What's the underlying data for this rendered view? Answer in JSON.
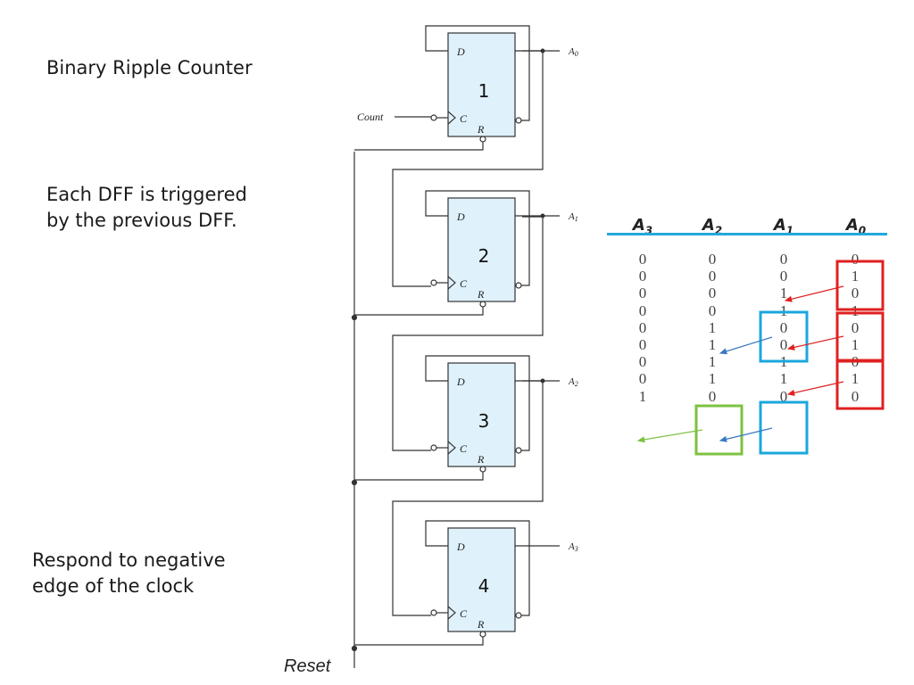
{
  "notes": {
    "title": "Binary Ripple Counter",
    "triggered": "Each DFF is triggered\nby the previous DFF.",
    "negative_edge": "Respond to negative\nedge of the clock"
  },
  "flipflops": [
    {
      "number": "1",
      "d_label": "D",
      "c_label": "C",
      "r_label": "R",
      "output": "A",
      "output_sub": "0"
    },
    {
      "number": "2",
      "d_label": "D",
      "c_label": "C",
      "r_label": "R",
      "output": "A",
      "output_sub": "1"
    },
    {
      "number": "3",
      "d_label": "D",
      "c_label": "C",
      "r_label": "R",
      "output": "A",
      "output_sub": "2"
    },
    {
      "number": "4",
      "d_label": "D",
      "c_label": "C",
      "r_label": "R",
      "output": "A",
      "output_sub": "3"
    }
  ],
  "inputs": {
    "count": "Count",
    "reset": "Reset"
  },
  "table": {
    "headers": [
      {
        "name": "A",
        "sub": "3"
      },
      {
        "name": "A",
        "sub": "2"
      },
      {
        "name": "A",
        "sub": "1"
      },
      {
        "name": "A",
        "sub": "0"
      }
    ],
    "rows": [
      [
        "0",
        "0",
        "0",
        "0"
      ],
      [
        "0",
        "0",
        "0",
        "1"
      ],
      [
        "0",
        "0",
        "1",
        "0"
      ],
      [
        "0",
        "0",
        "1",
        "1"
      ],
      [
        "0",
        "1",
        "0",
        "0"
      ],
      [
        "0",
        "1",
        "0",
        "1"
      ],
      [
        "0",
        "1",
        "1",
        "0"
      ],
      [
        "0",
        "1",
        "1",
        "1"
      ],
      [
        "1",
        "0",
        "0",
        "0"
      ]
    ]
  },
  "colors": {
    "ff_fill": "#dff1fb",
    "wire": "#333333",
    "highlight_red": "#e02020",
    "highlight_blue": "#1aa7dc",
    "highlight_green": "#7cc242",
    "arrow_blue": "#3a78c0",
    "table_rule": "#22a8dd"
  }
}
